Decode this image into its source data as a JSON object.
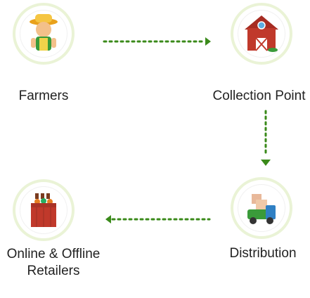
{
  "nodes": {
    "farmers": {
      "label": "Farmers",
      "icon": "farmer-icon"
    },
    "collection": {
      "label": "Collection Point",
      "icon": "barn-icon"
    },
    "distribution": {
      "label": "Distribution",
      "icon": "delivery-truck-icon"
    },
    "retailers": {
      "label": "Online & Offline Retailers",
      "label_line1": "Online & Offline",
      "label_line2": "Retailers",
      "icon": "produce-crate-icon"
    }
  },
  "colors": {
    "ring": "#eaf3d6",
    "arrow": "#3a8a1a",
    "barn": "#c0392b",
    "truck": "#2f80c4",
    "crate": "#c0392b"
  }
}
